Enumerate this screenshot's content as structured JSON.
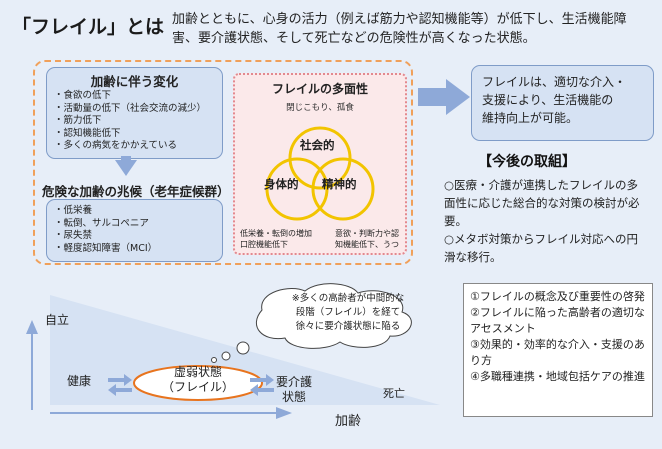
{
  "title": "「フレイル」とは",
  "intro": "加齢とともに、心身の活力（例えば筋力や認知機能等）が低下し、生活機能障害、要介護状態、そして死亡などの危険性が高くなった状態。",
  "aging_changes": {
    "title": "加齢に伴う変化",
    "items": [
      "食欲の低下",
      "活動量の低下（社会交流の減少）",
      "筋力低下",
      "認知機能低下",
      "多くの病気をかかえている"
    ]
  },
  "danger_signs": {
    "title": "危険な加齢の兆候（老年症候群）",
    "items": [
      "低栄養",
      "転倒、サルコペニア",
      "尿失禁",
      "軽度認知障害（MCI）"
    ]
  },
  "multifaceted": {
    "title": "フレイルの多面性",
    "subtitle": "閉じこもり、孤食",
    "social": "社会的",
    "physical": "身体的",
    "mental": "精神的",
    "physical_note_1": "低栄養・転倒の増加",
    "physical_note_2": "口腔機能低下",
    "mental_note_1": "意欲・判断力や認",
    "mental_note_2": "知機能低下、うつ"
  },
  "result": {
    "line1": "フレイルは、適切な介入・",
    "line2": "支援により、生活機能の",
    "line3": "維持向上が可能。"
  },
  "future": {
    "title": "【今後の取組】",
    "item1": "○医療・介護が連携したフレイルの多面性に応じた総合的な対策の検討が必要。",
    "item2": "○メタボ対策からフレイル対応への円滑な移行。"
  },
  "chart": {
    "y_axis": "自立",
    "x_axis": "加齢",
    "cloud_line1": "※多くの高齢者が中間的な",
    "cloud_line2": "段階（フレイル）を経て",
    "cloud_line3": "徐々に要介護状態に陥る",
    "healthy": "健康",
    "frailty_line1": "虚弱状態",
    "frailty_line2": "（フレイル）",
    "care_line1": "要介護",
    "care_line2": "状態",
    "death": "死亡"
  },
  "numbered_list": [
    "①フレイルの概念及び重要性の啓発",
    "②フレイルに陥った高齢者の適切なアセスメント",
    "③効果的・効率的な介入・支援のあり方",
    "④多職種連携・地域包括ケアの推進"
  ],
  "colors": {
    "background": "#e7eef8",
    "box_fill": "#d6e2f3",
    "arrow": "#8ea9d8",
    "dashed_border": "#f0a05a",
    "frail_panel": "#fbe9ea",
    "circle_stroke": "#f2c400",
    "ellipse_stroke": "#e8741e"
  }
}
